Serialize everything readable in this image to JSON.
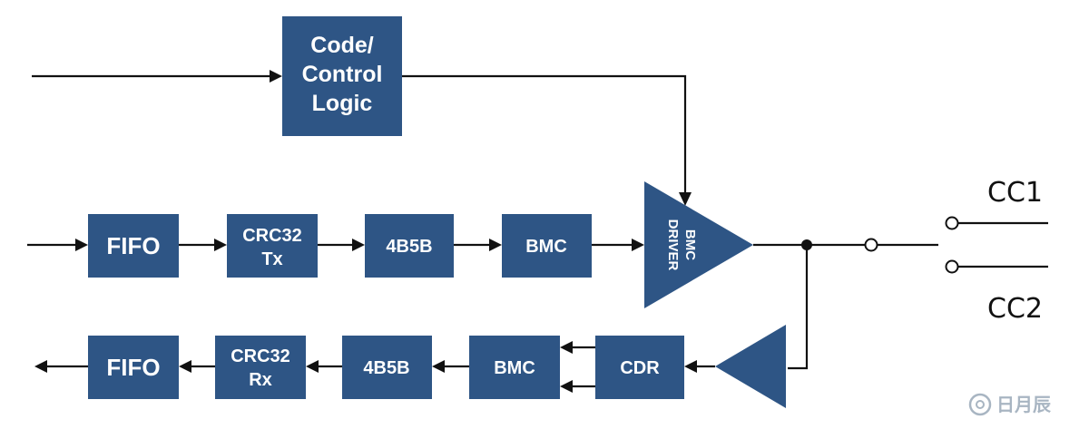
{
  "blocks": {
    "code_control_logic": [
      "Code/",
      "Control",
      "Logic"
    ],
    "tx_fifo": "FIFO",
    "tx_crc32": [
      "CRC32",
      "Tx"
    ],
    "tx_4b5b": "4B5B",
    "tx_bmc": "BMC",
    "bmc_driver": [
      "BMC",
      "DRIVER"
    ],
    "rx_fifo": "FIFO",
    "rx_crc32": [
      "CRC32",
      "Rx"
    ],
    "rx_4b5b": "4B5B",
    "rx_bmc": "BMC",
    "cdr": "CDR"
  },
  "outputs": {
    "cc1": "CC1",
    "cc2": "CC2"
  },
  "watermark": "日月辰",
  "colors": {
    "block_fill": "#2e5585",
    "block_text": "#ffffff",
    "wire": "#111111"
  }
}
